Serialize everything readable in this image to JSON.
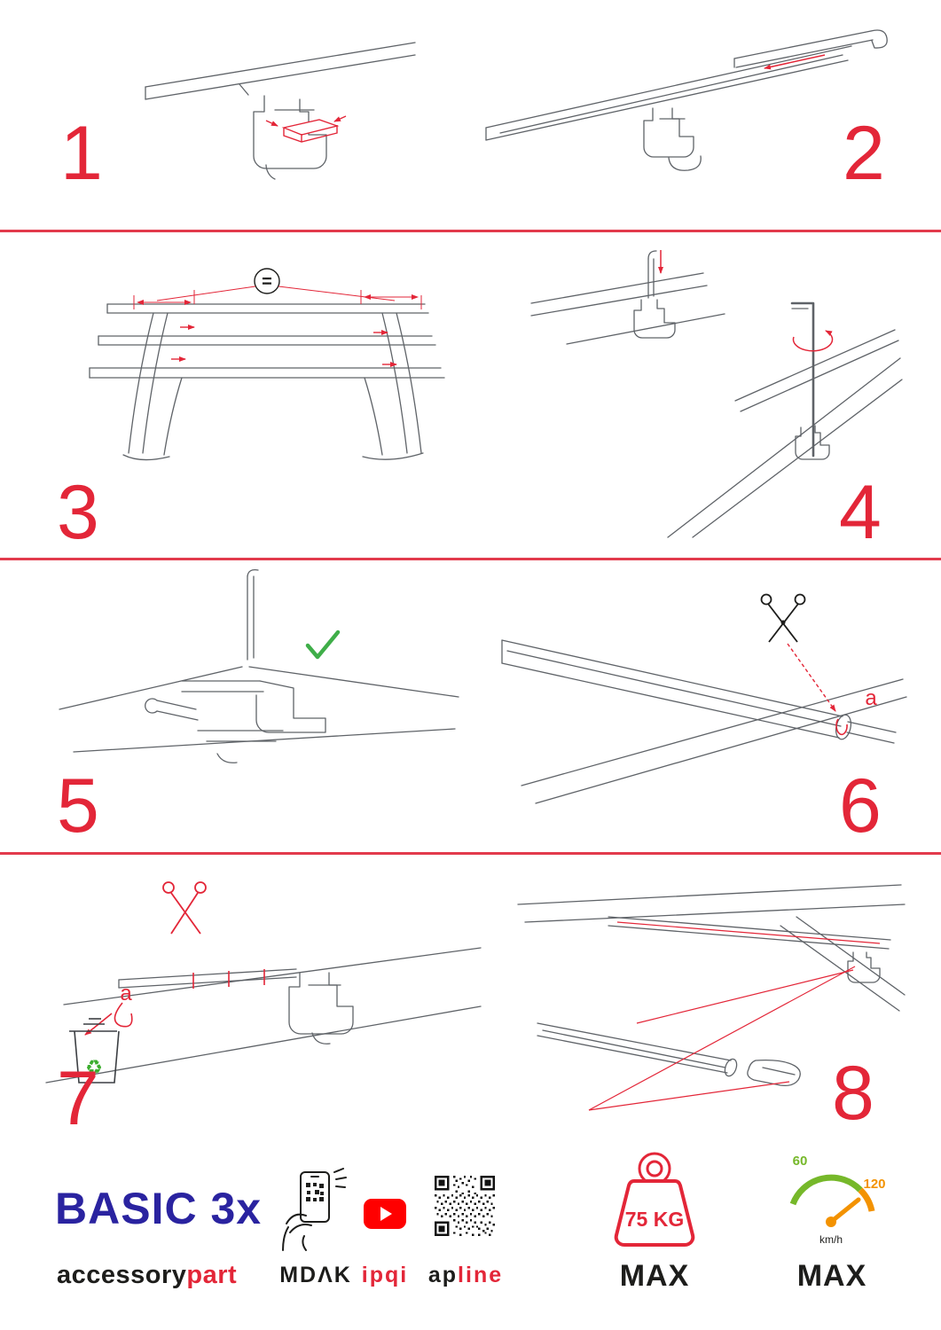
{
  "page": {
    "background": "#ffffff",
    "accent_red": "#e32638",
    "divider_red": "#e23a4c",
    "drawing_gray": "#5f6368",
    "check_green": "#3fae49",
    "recycle_green": "#3cae2f",
    "gauge_green": "#76b82a",
    "gauge_orange": "#f39200",
    "brand_blue": "#2a23a0"
  },
  "steps": [
    {
      "number": "1"
    },
    {
      "number": "2"
    },
    {
      "number": "3",
      "annotation": "="
    },
    {
      "number": "4"
    },
    {
      "number": "5"
    },
    {
      "number": "6",
      "annotation": "a"
    },
    {
      "number": "7",
      "annotation": "a"
    },
    {
      "number": "8"
    }
  ],
  "icons": {
    "recycle": "♻"
  },
  "footer": {
    "product_name": "BASIC 3x",
    "brand": {
      "black": "accessory",
      "red": "part"
    },
    "partners": {
      "app": "MDΛK",
      "video": "ipqi",
      "qr_black": "ap",
      "qr_red": "line"
    },
    "weight": {
      "value": "75 KG",
      "label": "MAX"
    },
    "speed": {
      "low": "60",
      "high": "120",
      "unit": "km/h",
      "label": "MAX"
    }
  }
}
